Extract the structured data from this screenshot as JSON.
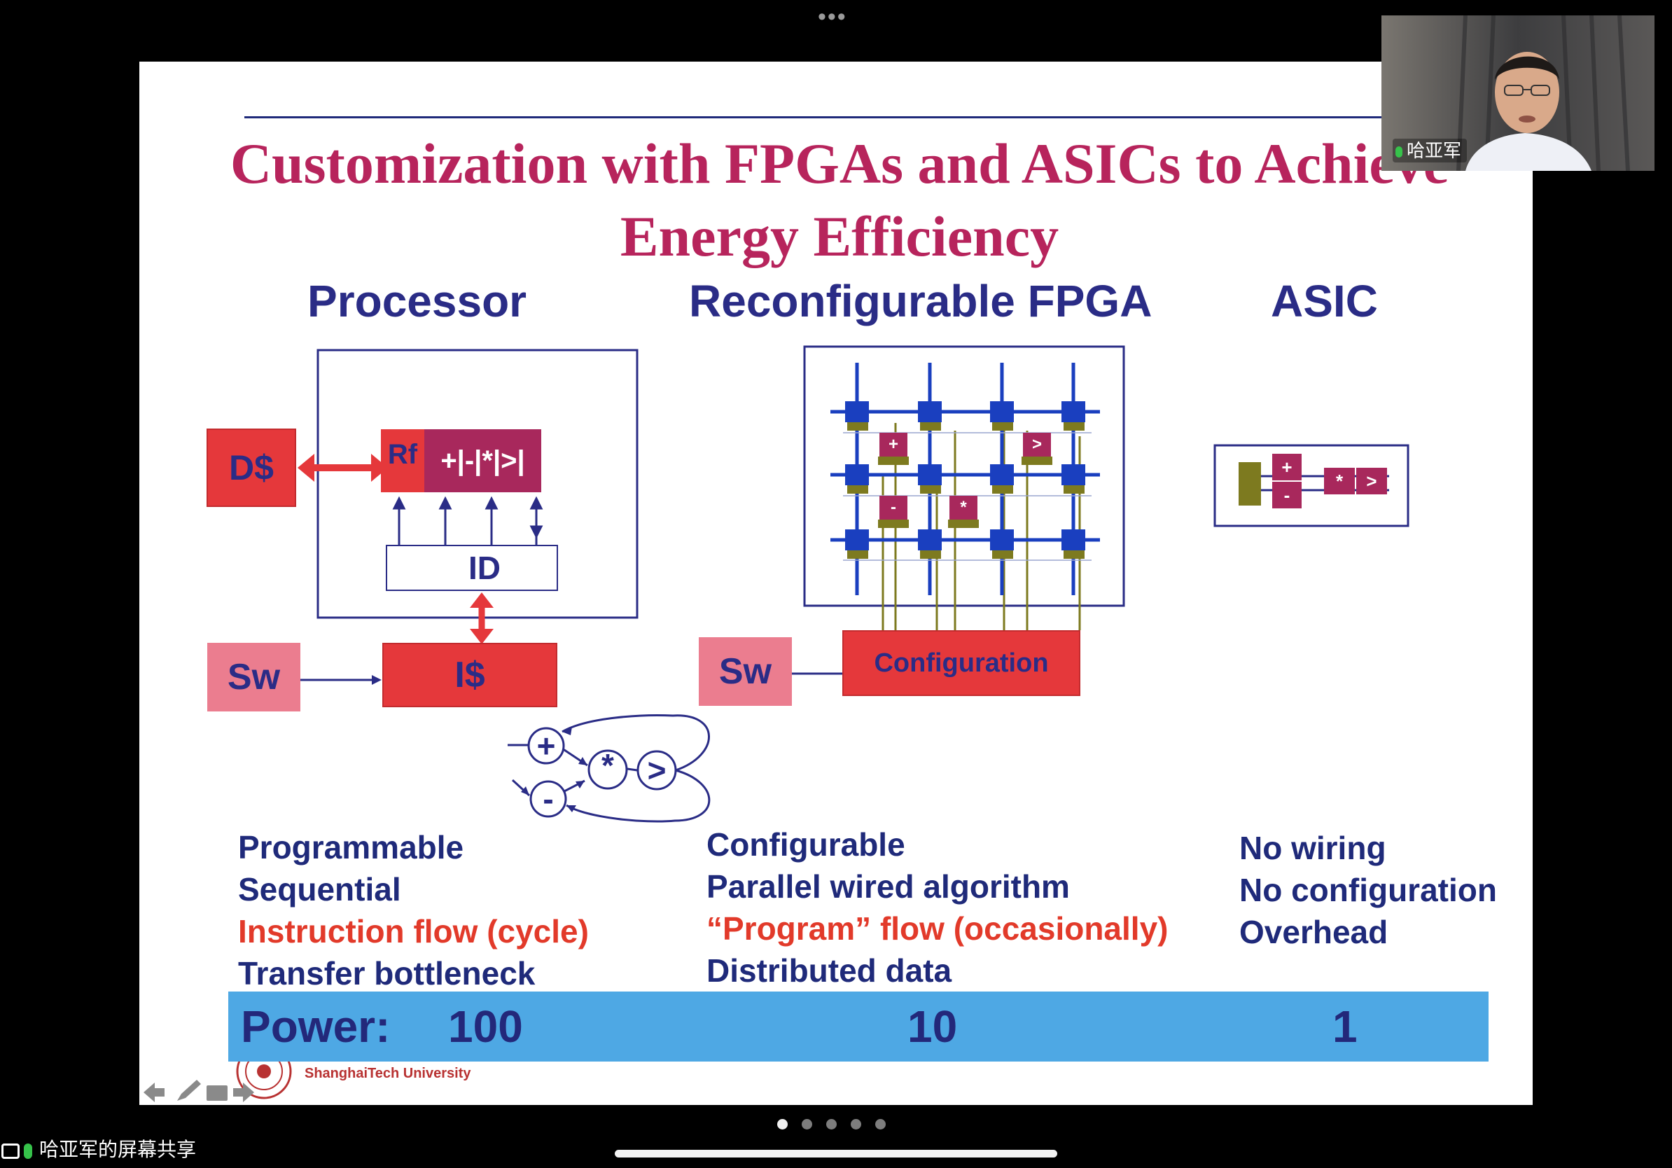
{
  "window": {
    "more_menu": "•••"
  },
  "slide": {
    "title_line1": "Customization with FPGAs and ASICs to Achieve",
    "title_line2": "Energy Efficiency",
    "columns": {
      "processor": {
        "heading": "Processor",
        "blocks": {
          "dcache": "D$",
          "regfile": "Rf",
          "alu": "+|-|*|>|",
          "decoder": "ID",
          "icache": "I$",
          "software": "Sw"
        },
        "dataflow_ops": [
          "+",
          "-",
          "*",
          ">"
        ],
        "features": [
          "Programmable",
          "Sequential",
          "Instruction flow (cycle)",
          "Transfer bottleneck"
        ]
      },
      "fpga": {
        "heading": "Reconfigurable FPGA",
        "blocks": {
          "software": "Sw",
          "configuration": "Configuration"
        },
        "cell_ops": [
          "+",
          ">",
          "-",
          "*"
        ],
        "features": [
          "Configurable",
          "Parallel wired algorithm",
          "“Program” flow (occasionally)",
          "Distributed data"
        ]
      },
      "asic": {
        "heading": "ASIC",
        "cell_ops": [
          "+",
          "-",
          "*",
          ">"
        ],
        "features": [
          "No wiring",
          "No configuration",
          "Overhead"
        ]
      }
    },
    "power": {
      "label": "Power:",
      "processor": "100",
      "fpga": "10",
      "asic": "1"
    },
    "footer": {
      "university_en": "ShanghaiTech University"
    },
    "colors": {
      "title": "#b7245c",
      "heading": "#2a2c86",
      "highlight": "#e23a2a",
      "power_bar": "#4ea8e4",
      "block_red": "#e5383b",
      "block_pink": "#eb7d8f",
      "fpga_node": "#1a3fbf"
    }
  },
  "webcam": {
    "participant_name": "哈亚军"
  },
  "screen_share": {
    "label": "哈亚军的屏幕共享"
  },
  "pagination": {
    "total_pages": 5,
    "current_page": 1
  }
}
